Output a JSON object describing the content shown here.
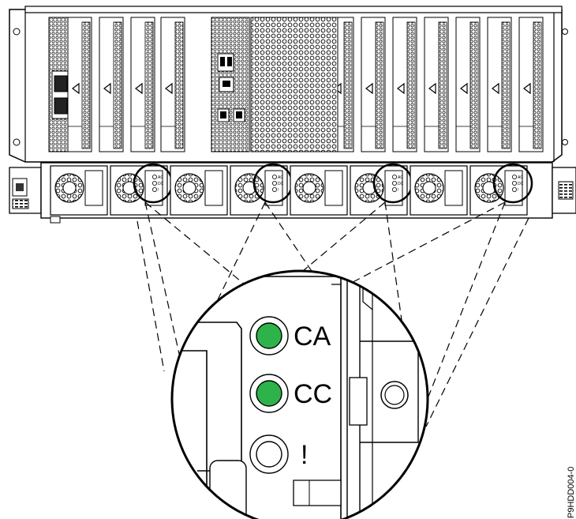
{
  "callout": {
    "leds": [
      {
        "label": "CA",
        "color": "#2db34a",
        "lit": true
      },
      {
        "label": "CC",
        "color": "#2db34a",
        "lit": true
      },
      {
        "label": "!",
        "color": "#ffffff",
        "lit": false
      }
    ]
  },
  "psu_leds_small": [
    "AC",
    "DC",
    "!"
  ],
  "figure_id": "P9HDD004-0",
  "colors": {
    "led_green": "#2db34a",
    "line": "#000000",
    "chassis_fill": "#ffffff"
  }
}
